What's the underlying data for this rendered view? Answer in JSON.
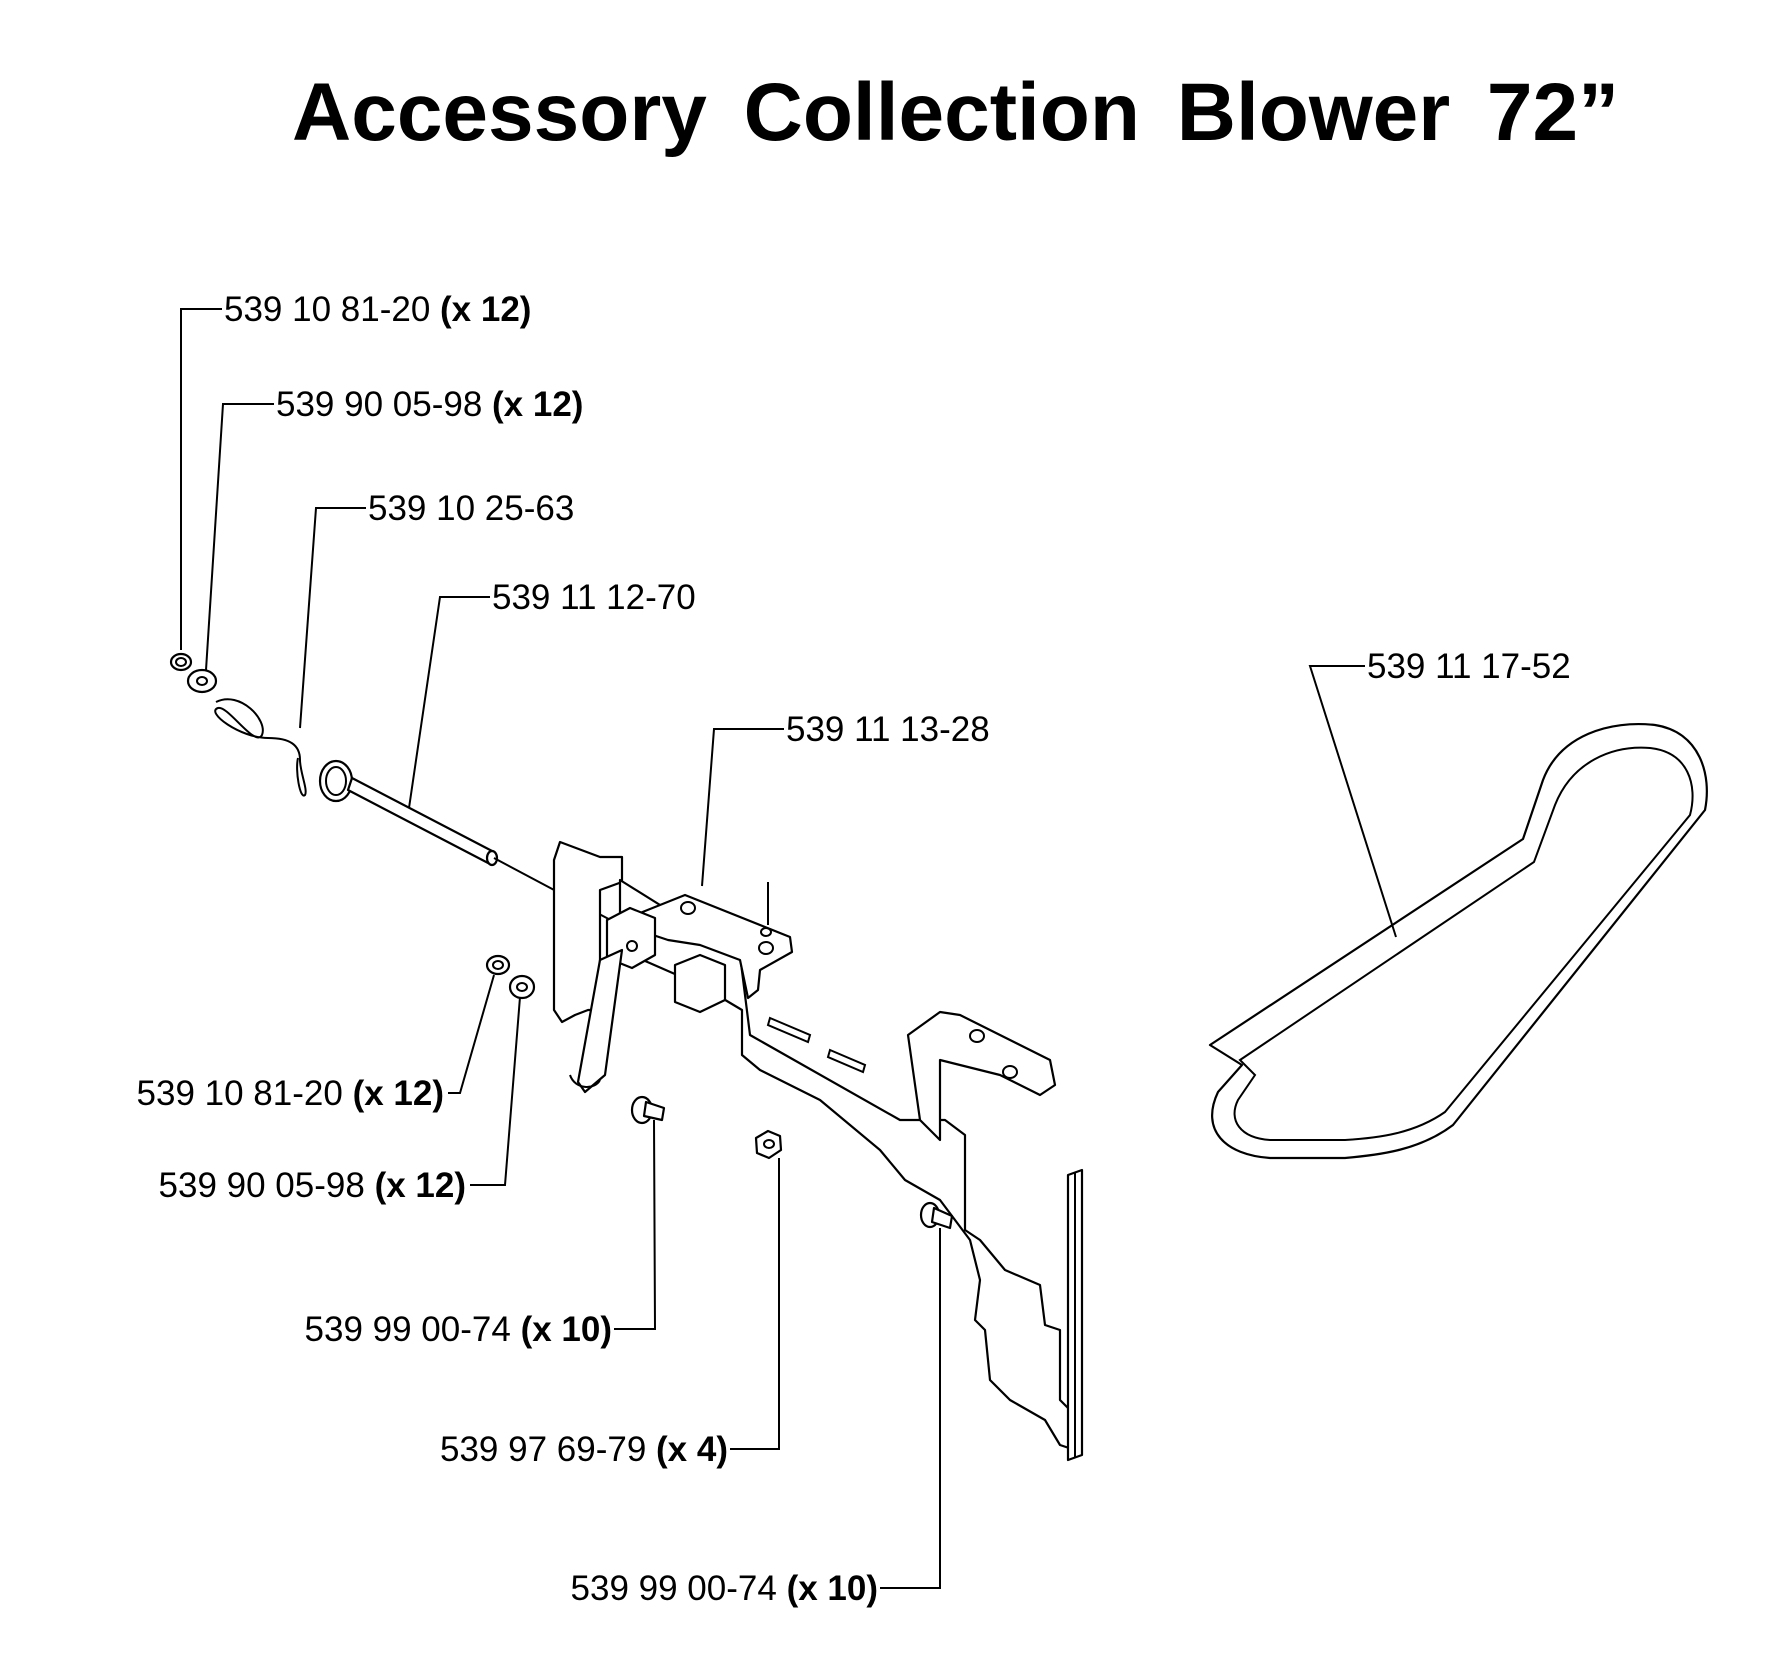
{
  "title": "Accessory Collection Blower 72”",
  "callouts": [
    {
      "part": "539 10 81-20",
      "qty": "(x 12)"
    },
    {
      "part": "539 90 05-98",
      "qty": "(x 12)"
    },
    {
      "part": "539 10 25-63",
      "qty": ""
    },
    {
      "part": "539 11 12-70",
      "qty": ""
    },
    {
      "part": "539 11 13-28",
      "qty": ""
    },
    {
      "part": "539 11 17-52",
      "qty": ""
    },
    {
      "part": "539 10 81-20",
      "qty": "(x 12)"
    },
    {
      "part": "539 90 05-98",
      "qty": "(x 12)"
    },
    {
      "part": "539 99 00-74",
      "qty": "(x 10)"
    },
    {
      "part": "539 97 69-79",
      "qty": "(x 4)"
    },
    {
      "part": "539 99 00-74",
      "qty": "(x 10)"
    }
  ]
}
